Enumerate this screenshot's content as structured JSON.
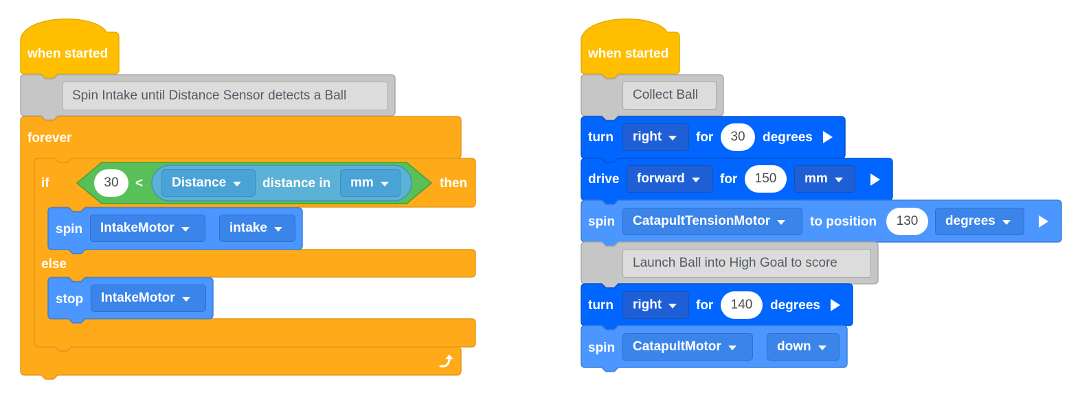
{
  "colors": {
    "event": "#ffbf00",
    "control": "#ffab19",
    "operator": "#59c059",
    "sensing": "#5cb1d6",
    "motion": "#0066ff",
    "motion_light": "#4c97ff",
    "comment": "#c8c8c8"
  },
  "left": {
    "hat": "when started",
    "comment": "Spin Intake until Distance Sensor detects a Ball",
    "forever": "forever",
    "if_label": "if",
    "compare_value": "30",
    "compare_op": "<",
    "sensor_name": "Distance",
    "sensor_prop": "distance in",
    "sensor_unit": "mm",
    "then_label": "then",
    "spin": {
      "label": "spin",
      "motor": "IntakeMotor",
      "direction": "intake"
    },
    "else_label": "else",
    "stop": {
      "label": "stop",
      "motor": "IntakeMotor"
    },
    "loop_icon": "loop-arrow-icon"
  },
  "right": {
    "hat": "when started",
    "comment1": "Collect Ball",
    "turn1": {
      "label": "turn",
      "direction": "right",
      "for": "for",
      "value": "30",
      "unit": "degrees"
    },
    "drive": {
      "label": "drive",
      "direction": "forward",
      "for": "for",
      "value": "150",
      "unit": "mm"
    },
    "spin1": {
      "label": "spin",
      "motor": "CatapultTensionMotor",
      "to_position": "to position",
      "value": "130",
      "unit": "degrees"
    },
    "comment2": "Launch Ball into High Goal to score",
    "turn2": {
      "label": "turn",
      "direction": "right",
      "for": "for",
      "value": "140",
      "unit": "degrees"
    },
    "spin2": {
      "label": "spin",
      "motor": "CatapultMotor",
      "direction": "down"
    },
    "run_icon": "play-icon"
  }
}
